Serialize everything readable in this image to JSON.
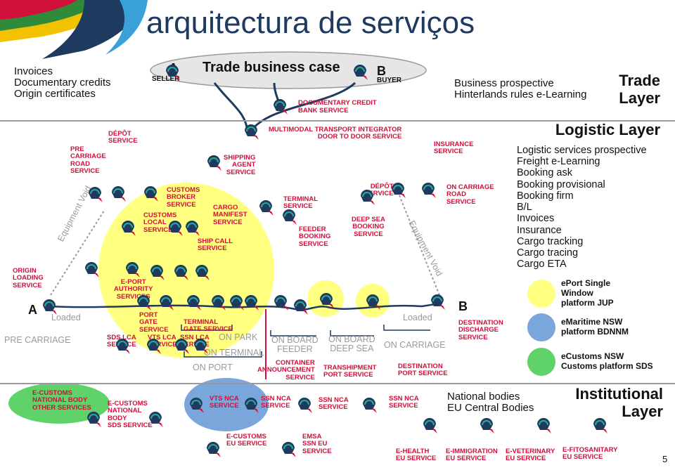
{
  "title": "arquitectura de serviços",
  "page_number": "5",
  "colors": {
    "red": "#d0103a",
    "navy": "#1f3a5f",
    "yellow": "#ffff80",
    "blue": "#7aa6dc",
    "green": "#5fd36a",
    "grey": "#9a9a9a",
    "teal": "#2aa89a"
  },
  "trade": {
    "left_docs": [
      "Invoices",
      "Documentary credits",
      "Origin certificates"
    ],
    "seller_letter": "A",
    "seller": "SELLER",
    "case": "Trade business case",
    "buyer_letter": "B",
    "buyer": "BUYER",
    "doc_credit": [
      "DOCUMENTARY CREDIT",
      "BANK SERVICE"
    ],
    "right": [
      "Business prospective",
      "Hinterlands rules e-Learning"
    ],
    "layer": [
      "Trade",
      "Layer"
    ]
  },
  "logistic": {
    "layer": "Logistic Layer",
    "services": [
      "Logistic services prospective",
      "Freight e-Learning",
      "Booking ask",
      "Booking provisional",
      "Booking firm",
      "B/L",
      "Invoices",
      "Insurance",
      "Cargo tracking",
      "Cargo tracing",
      "Cargo ETA"
    ],
    "labels": {
      "pre_carriage_road": [
        "PRE",
        "CARRIAGE",
        "ROAD",
        "SERVICE"
      ],
      "depot1": [
        "DÉPÔT",
        "SERVICE"
      ],
      "customs_broker": [
        "CUSTOMS",
        "BROKER",
        "SERVICE"
      ],
      "customs_local": [
        "CUSTOMS",
        "LOCAL",
        "SERVICE"
      ],
      "shipping_agent": [
        "SHIPPING",
        "AGENT",
        "SERVICE"
      ],
      "cargo_manifest": [
        "CARGO",
        "MANIFEST",
        "SERVICE"
      ],
      "ship_call": [
        "SHIP CALL",
        "SERVICE"
      ],
      "multimodal": [
        "MULTIMODAL TRANSPORT INTEGRATOR",
        "DOOR TO DOOR SERVICE"
      ],
      "terminal": [
        "TERMINAL",
        "SERVICE"
      ],
      "feeder_booking": [
        "FEEDER",
        "BOOKING",
        "SERVICE"
      ],
      "depot2": [
        "DÉPÔT",
        "SERVICE"
      ],
      "deep_sea": [
        "DEEP SEA",
        "BOOKING",
        "SERVICE"
      ],
      "insurance": [
        "INSURANCE",
        "SERVICE"
      ],
      "on_carriage_road": [
        "ON CARRIAGE",
        "ROAD",
        "SERVICE"
      ],
      "origin_loading": [
        "ORIGIN",
        "LOADING",
        "SERVICE"
      ],
      "eport_authority": [
        "E-PORT",
        "AUTHORITY",
        "SERVICES"
      ],
      "port_gate": [
        "PORT",
        "GATE",
        "SERVICE"
      ],
      "terminal_gate": [
        "TERMINAL",
        "GATE SERVICE"
      ],
      "sds_lca": [
        "SDS LCA",
        "SERVICE"
      ],
      "vts_lca": [
        "VTS LCA",
        "SERVICE"
      ],
      "ssn_lca": [
        "SSN LCA",
        "SERVICE"
      ],
      "container_ann": [
        "CONTAINER",
        "ANNOUNCEMENT",
        "SERVICE"
      ],
      "transhipment": [
        "TRANSHIPMENT",
        "PORT SERVICE"
      ],
      "destination_port": [
        "DESTINATION",
        "PORT SERVICE"
      ],
      "destination_discharge": [
        "DESTINATION",
        "DISCHARGE",
        "SERVICE"
      ]
    },
    "grey": {
      "equipment_void_left": "Equipment Void",
      "equipment_void_right": "Equipment Void",
      "loaded_left": "Loaded",
      "loaded_right": "Loaded",
      "pre_carriage": "PRE CARRIAGE",
      "on_park": "ON PARK",
      "on_terminal": "ON TERMINAL",
      "on_port": "ON PORT",
      "on_board_feeder": [
        "ON BOARD",
        "FEEDER"
      ],
      "on_board_deep": [
        "ON BOARD",
        "DEEP SEA"
      ],
      "on_carriage": "ON CARRIAGE"
    },
    "letter_a": "A",
    "letter_b": "B",
    "legend": [
      {
        "lines": [
          "ePort Single",
          "Window",
          "platform JUP"
        ],
        "color": "#ffff80"
      },
      {
        "lines": [
          "eMaritime NSW",
          "platform BDNNM"
        ],
        "color": "#7aa6dc"
      },
      {
        "lines": [
          "eCustoms NSW",
          "Customs platform SDS"
        ],
        "color": "#5fd36a"
      }
    ]
  },
  "institutional": {
    "layer": [
      "Institutional",
      "Layer"
    ],
    "national": [
      "National bodies",
      "EU Central Bodies"
    ],
    "labels": {
      "ecustoms_national": [
        "E-CUSTOMS",
        "NATIONAL BODY",
        "OTHER SERVICES"
      ],
      "ecustoms_sds": [
        "E-CUSTOMS",
        "NATIONAL",
        "BODY",
        "SDS SERVICE"
      ],
      "vts_nca": [
        "VTS NCA",
        "SERVICE"
      ],
      "ssn_nca1": [
        "SSN NCA",
        "SERVICE"
      ],
      "ssn_nca2": [
        "SSN NCA",
        "SERVICE"
      ],
      "ssn_nca3": [
        "SSN NCA",
        "SERVICE"
      ],
      "ecustoms_eu": [
        "E-CUSTOMS",
        "EU SERVICE"
      ],
      "emsa": [
        "EMSA",
        "SSN EU",
        "SERVICE"
      ],
      "ehealth": [
        "E-HEALTH",
        "EU SERVICE"
      ],
      "eimmigration": [
        "E-IMMIGRATION",
        "EU SERVICE"
      ],
      "eveterinary": [
        "E-VETERINARY",
        "EU SERVICE"
      ],
      "efitosanitary": [
        "E-FITOSANITARY",
        "EU SERVICE"
      ]
    }
  }
}
